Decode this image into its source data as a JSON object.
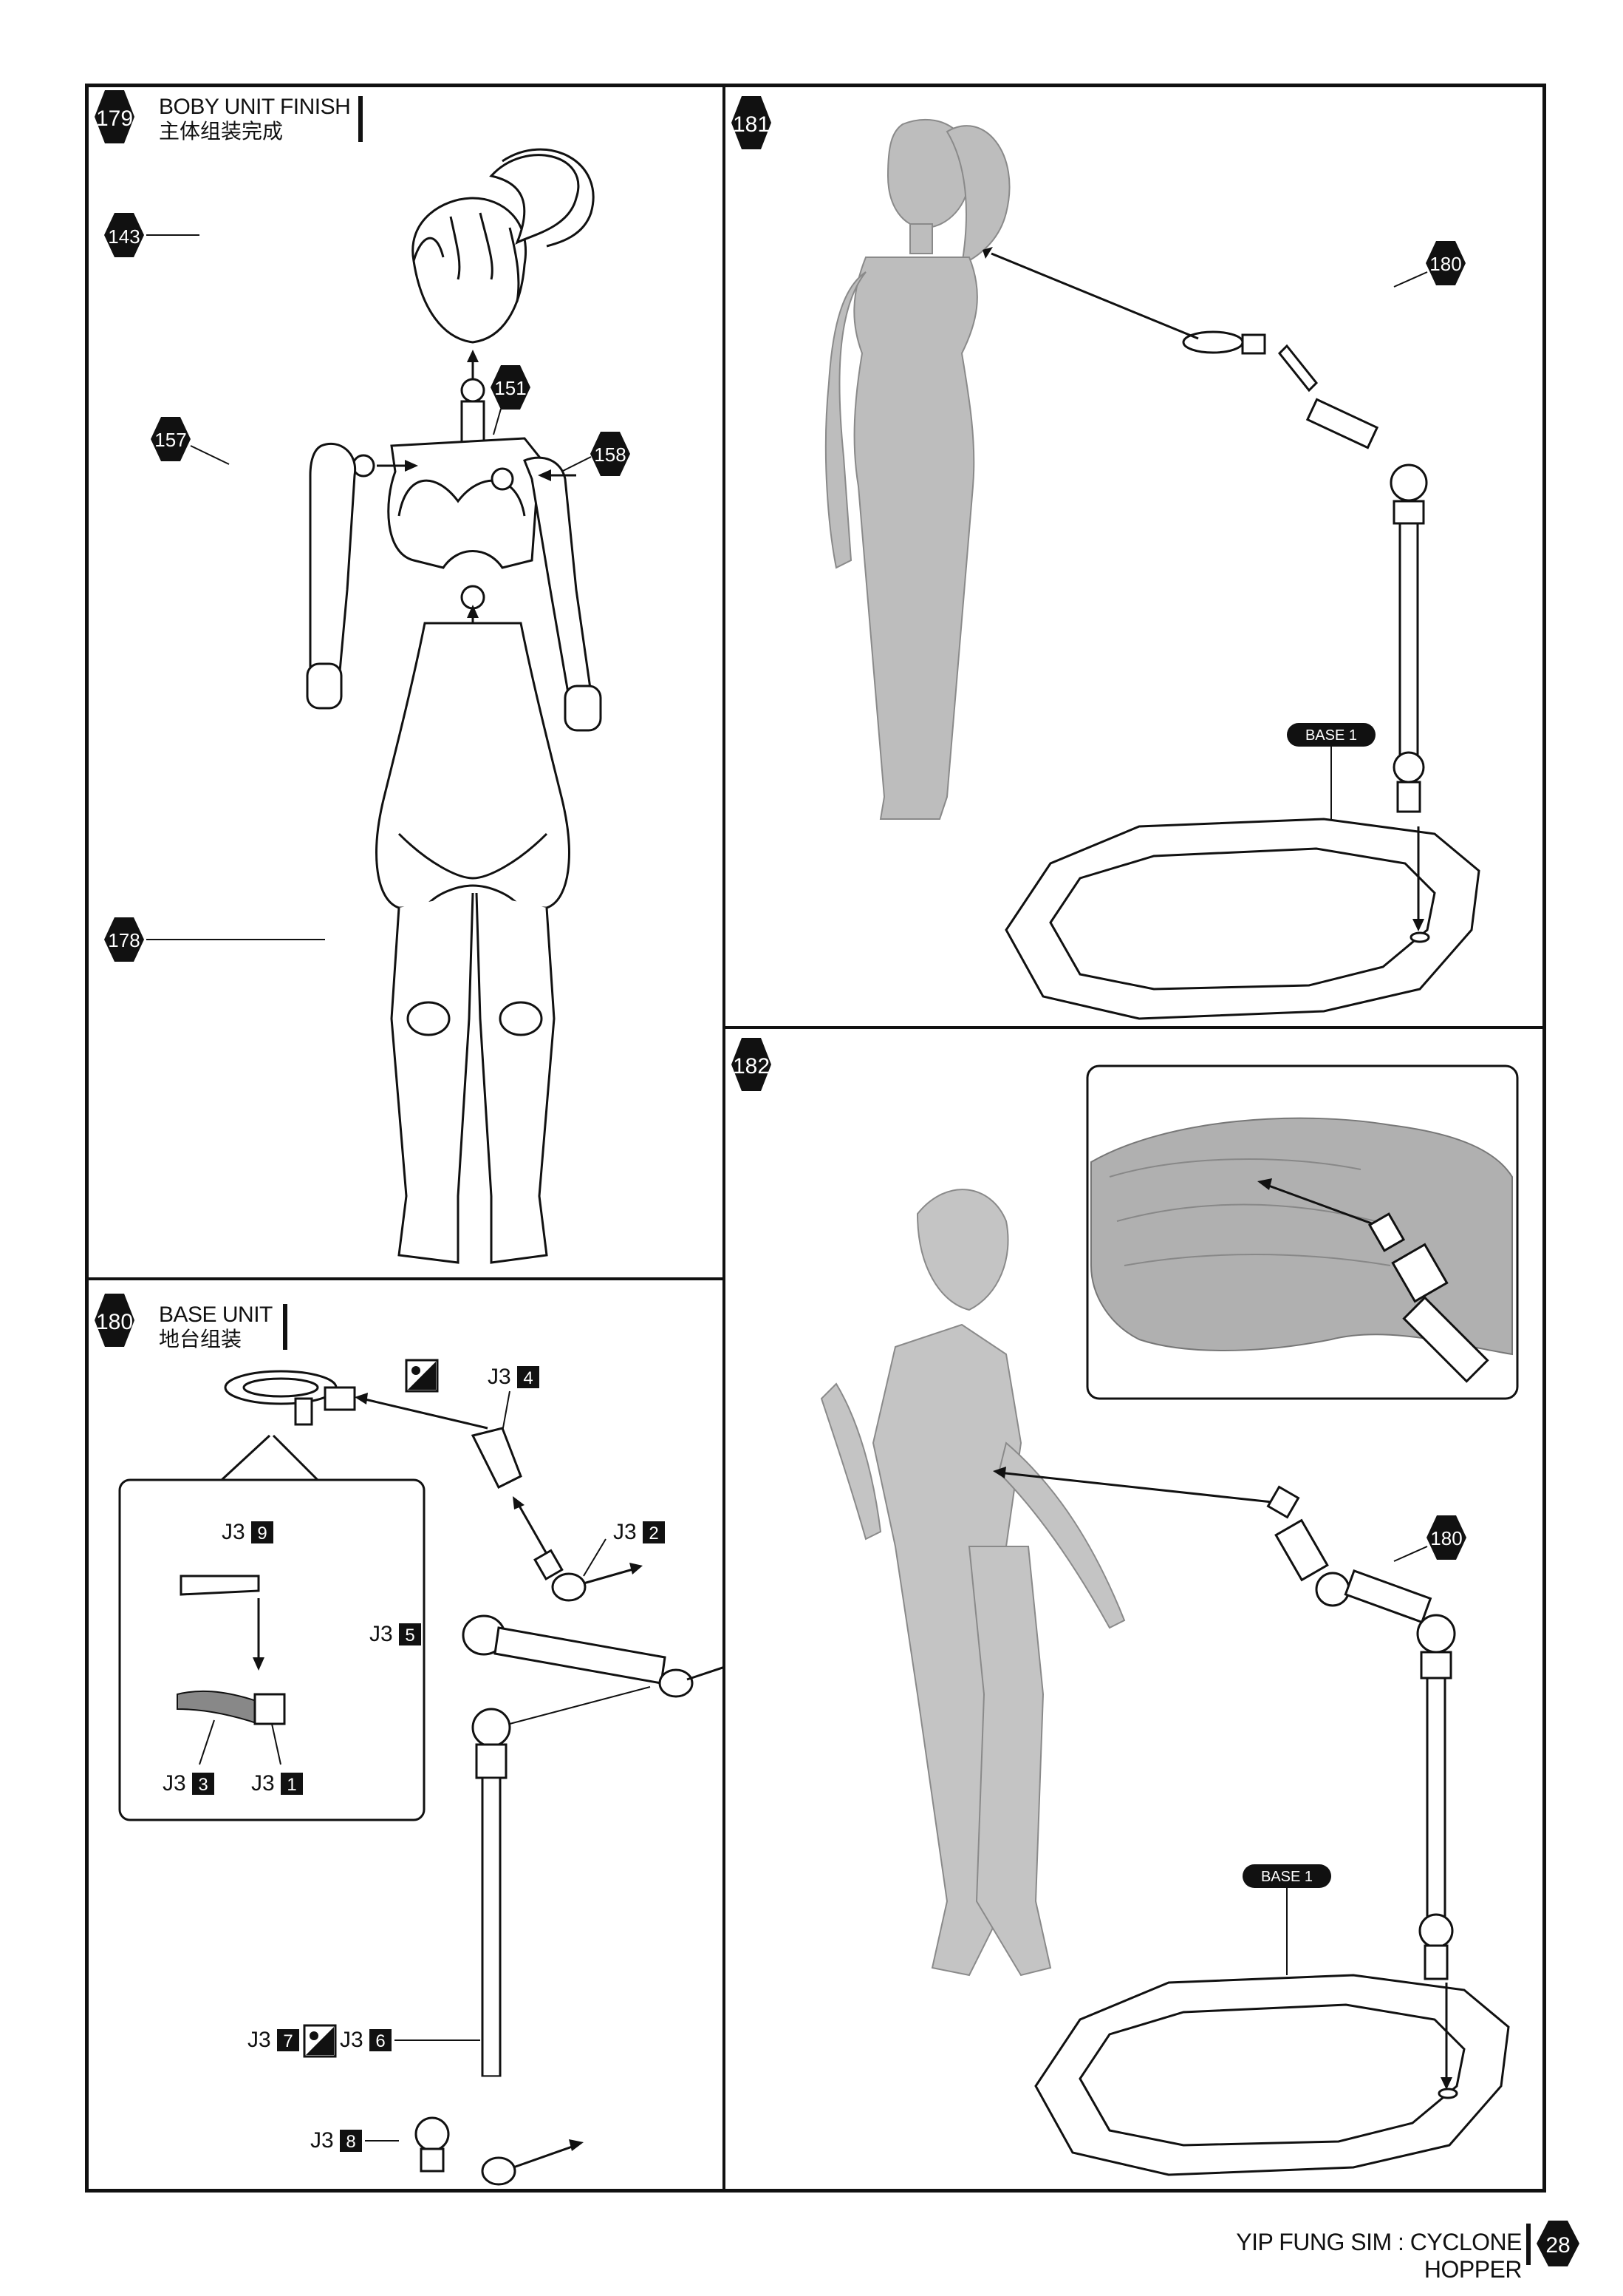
{
  "steps": [
    {
      "number": "179",
      "title_en": "BOBY UNIT FINISH",
      "title_cn": "主体组装完成"
    },
    {
      "number": "181"
    },
    {
      "number": "180",
      "title_en": "BASE UNIT",
      "title_cn": "地台组装"
    },
    {
      "number": "182"
    }
  ],
  "part_refs": {
    "head": "143",
    "torso": "151",
    "left_arm": "157",
    "right_arm": "158",
    "lower_body": "178",
    "stand_181": "180",
    "stand_182": "180"
  },
  "base_tags": [
    "BASE 1",
    "BASE 1"
  ],
  "runner_parts": [
    {
      "runner": "J3",
      "num": "4"
    },
    {
      "runner": "J3",
      "num": "9"
    },
    {
      "runner": "J3",
      "num": "2"
    },
    {
      "runner": "J3",
      "num": "5"
    },
    {
      "runner": "J3",
      "num": "3"
    },
    {
      "runner": "J3",
      "num": "1"
    },
    {
      "runner": "J3",
      "num": "7"
    },
    {
      "runner": "J3",
      "num": "6"
    },
    {
      "runner": "J3",
      "num": "8"
    }
  ],
  "footer": {
    "text": "YIP FUNG SIM : CYCLONE HOPPER",
    "page": "28"
  }
}
